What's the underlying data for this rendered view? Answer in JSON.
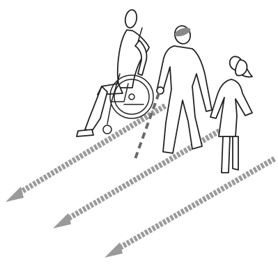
{
  "scene": {
    "figures": [
      {
        "kind": "wheelchair-user-icon"
      },
      {
        "kind": "visually-impaired-man-icon"
      },
      {
        "kind": "woman-icon"
      }
    ],
    "arrows": [
      {
        "direction": "left-down",
        "style": "dashed",
        "color": "#9a9a9a"
      },
      {
        "direction": "left-down",
        "style": "dashed",
        "color": "#9a9a9a"
      },
      {
        "direction": "left-down",
        "style": "dashed",
        "color": "#9a9a9a"
      }
    ],
    "line_color": "#222222",
    "cane_color": "#6a6a6a",
    "glasses_color": "#888888"
  }
}
